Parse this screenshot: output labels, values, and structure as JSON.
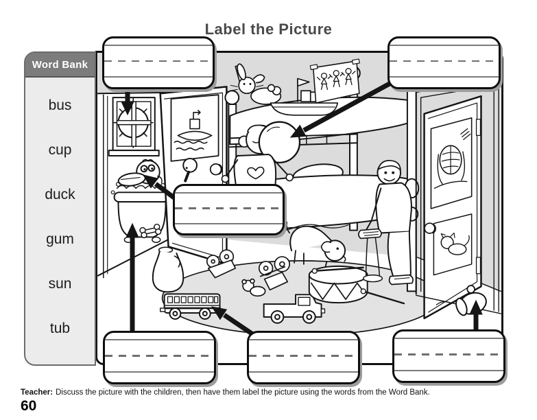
{
  "page": {
    "title": "Label the Picture",
    "page_number": "60",
    "teacher_label": "Teacher:",
    "teacher_note": "Discuss the picture with the children, then have them label the picture using the words from the Word Bank."
  },
  "word_bank": {
    "header": "Word Bank",
    "words": [
      "bus",
      "cup",
      "duck",
      "gum",
      "sun",
      "tub"
    ]
  },
  "answer_boxes": [
    {
      "id": "top-left",
      "points_to": "sun",
      "value": ""
    },
    {
      "id": "top-right",
      "points_to": "gum",
      "value": ""
    },
    {
      "id": "middle",
      "points_to": "duck",
      "value": ""
    },
    {
      "id": "bottom-left",
      "points_to": "tub",
      "value": ""
    },
    {
      "id": "bottom-middle",
      "points_to": "bus",
      "value": ""
    },
    {
      "id": "bottom-right",
      "points_to": "cup",
      "value": ""
    }
  ],
  "scene_objects": [
    "sun in window",
    "bathtub",
    "duck in tub",
    "bone",
    "closet door with submarine poster",
    "ping-pong paddle",
    "jug",
    "girl blowing gum bubble",
    "bunk bed",
    "toy rabbit",
    "toy boat",
    "dancers poster",
    "boy with gum stuck on shoe",
    "dog",
    "drum and drumsticks",
    "toy school bus",
    "toy truck",
    "overturned tricycle",
    "teddy bear",
    "rug",
    "open door with knight poster and cat poster",
    "cup on floor"
  ],
  "colors": {
    "wall_gray": "#dcdcdc",
    "rug_gray": "#e3e3e3",
    "word_bank_header_bg": "#7c7c7c",
    "word_bank_panel_bg": "#ececec",
    "title_color": "#4a4a4a",
    "line_color": "#141414",
    "box_shadow_gray": "#9d9d9d"
  }
}
